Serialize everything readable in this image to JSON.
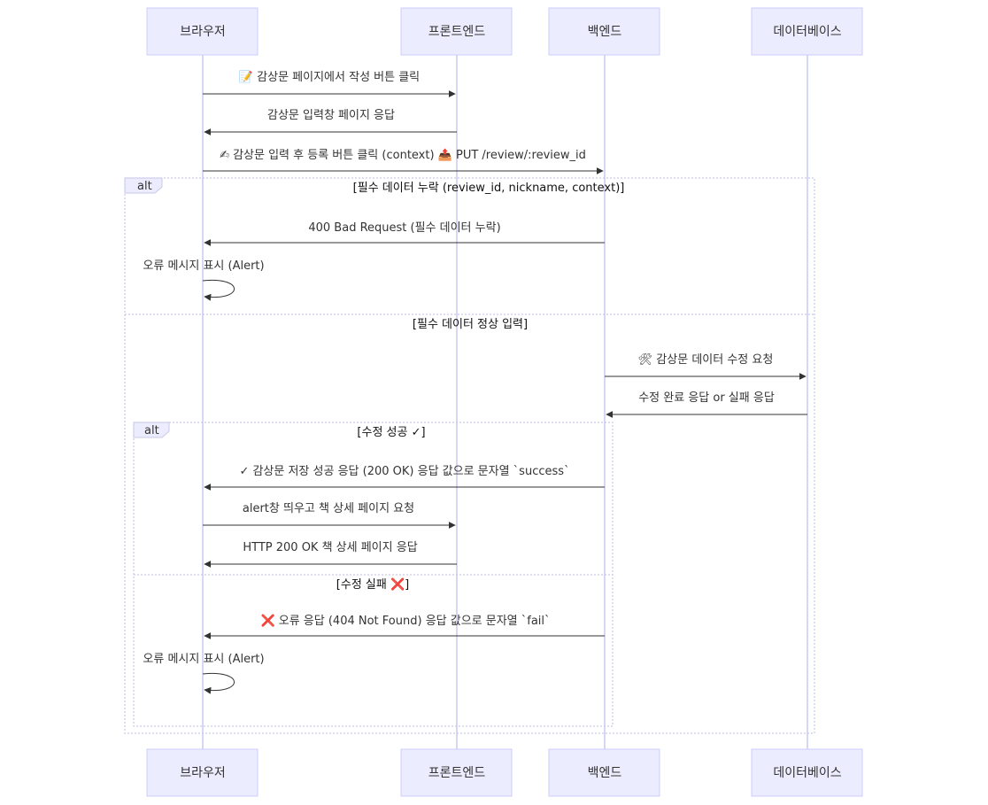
{
  "participants": [
    {
      "id": "browser",
      "label": "브라우저"
    },
    {
      "id": "frontend",
      "label": "프론트엔드"
    },
    {
      "id": "backend",
      "label": "백엔드"
    },
    {
      "id": "database",
      "label": "데이터베이스"
    }
  ],
  "messages": [
    {
      "id": "m1",
      "from": "browser",
      "to": "frontend",
      "text": "📝 감상문 페이지에서 작성 버튼 클릭"
    },
    {
      "id": "m2",
      "from": "frontend",
      "to": "browser",
      "text": "감상문 입력창 페이지 응답"
    },
    {
      "id": "m3",
      "from": "browser",
      "to": "backend",
      "text": "✍ 감상문 입력 후 등록 버튼 클릭 (context) 📤 PUT /review/:review_id"
    },
    {
      "id": "m4",
      "from": "backend",
      "to": "browser",
      "text": "400 Bad Request (필수 데이터 누락)"
    },
    {
      "id": "m5",
      "from": "browser",
      "to": "browser",
      "text": "오류 메시지 표시 (Alert)"
    },
    {
      "id": "m6",
      "from": "backend",
      "to": "database",
      "text": "🛠 감상문 데이터 수정 요청"
    },
    {
      "id": "m7",
      "from": "database",
      "to": "backend",
      "text": "수정 완료 응답 or 실패 응답"
    },
    {
      "id": "m8",
      "from": "backend",
      "to": "browser",
      "text": "✓ 감상문 저장 성공 응답 (200 OK) 응답 값으로 문자열 `success`"
    },
    {
      "id": "m9",
      "from": "browser",
      "to": "frontend",
      "text": "alert창 띄우고 책 상세 페이지 요청"
    },
    {
      "id": "m10",
      "from": "frontend",
      "to": "browser",
      "text": "HTTP 200 OK 책 상세 페이지 응답"
    },
    {
      "id": "m11",
      "from": "backend",
      "to": "browser",
      "text": "❌ 오류 응답 (404 Not Found) 응답 값으로 문자열 `fail`"
    },
    {
      "id": "m12",
      "from": "browser",
      "to": "browser",
      "text": "오류 메시지 표시 (Alert)"
    }
  ],
  "frames": [
    {
      "id": "outer",
      "kind": "alt",
      "sections": [
        "[필수 데이터 누락 (review_id, nickname, context)]",
        "[필수 데이터 정상 입력]"
      ]
    },
    {
      "id": "inner",
      "kind": "alt",
      "sections": [
        "[수정 성공 ✓]",
        "[수정 실패 ❌]"
      ]
    }
  ]
}
